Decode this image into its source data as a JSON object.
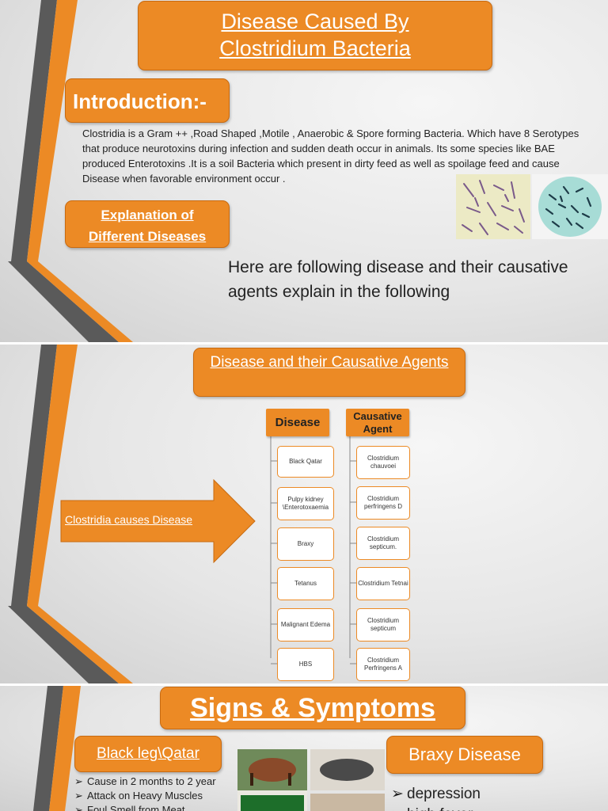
{
  "slide1": {
    "title_line1": "Disease Caused By",
    "title_line2": "Clostridium Bacteria",
    "intro_heading": "Introduction:-",
    "intro_text": "Clostridia is a Gram ++ ,Road Shaped ,Motile , Anaerobic & Spore forming Bacteria. Which have 8 Serotypes that produce neurotoxins during infection and sudden death occur in animals. Its some species like BAE produced Enterotoxins .It is a soil Bacteria which present in dirty feed as well as spoilage feed and cause Disease when favorable  environment occur .",
    "explanation_line1": "Explanation of",
    "explanation_line2": "Different Diseases",
    "following_text": "Here are following disease and their causative agents  explain in  the following"
  },
  "slide2": {
    "title": "Disease and their Causative Agents",
    "arrow_label": "Clostridia causes Disease",
    "disease_header": "Disease",
    "agent_header": "Causative Agent",
    "diseases": [
      "Black Qatar",
      "Pulpy kidney \\Enterotoxaemia",
      "Braxy",
      "Tetanus",
      "Malignant Edema",
      "HBS"
    ],
    "agents": [
      "Clostridium chauvoei",
      "Clostridium perfringens D",
      "Clostridium septicum.",
      "Clostridium Tetnai",
      "Clostridium septicum",
      "Clostridium Perfringens A"
    ]
  },
  "slide3": {
    "title": "Signs & Symptoms",
    "blackleg_heading": "Black leg\\Qatar",
    "blackleg_points": [
      "Cause in 2 months to 2 year",
      "Attack on Heavy Muscles",
      "Foul Smell from Meat"
    ],
    "braxy_heading": "Braxy Disease",
    "braxy_points": [
      "depression",
      "high fever"
    ]
  },
  "colors": {
    "accent": "#ec8a25",
    "dark_stripe": "#555555"
  }
}
